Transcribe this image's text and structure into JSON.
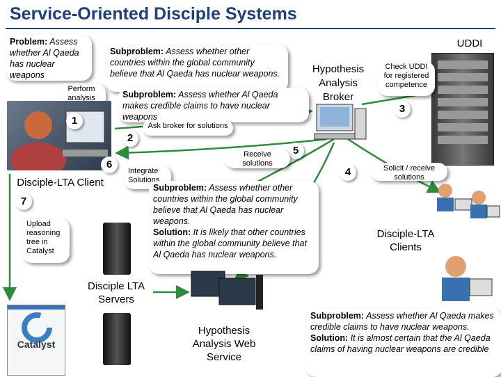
{
  "title": "Service-Oriented Disciple Systems",
  "problem": {
    "label": "Problem:",
    "text": " Assess whether Al Qaeda has nuclear weapons"
  },
  "perform_analysis": "Perform analysis",
  "subproblem1": {
    "label": "Subproblem:",
    "text": " Assess whether other countries within the global community believe that Al Qaeda has nuclear weapons."
  },
  "subproblem2": {
    "label": "Subproblem:",
    "text": " Assess whether Al Qaeda makes credible claims to have nuclear weapons"
  },
  "ask_broker": "Ask broker for solutions",
  "hypothesis_broker": "Hypothesis Analysis Broker",
  "uddi": "UDDI",
  "check_uddi": "Check UDDI for registered competence",
  "receive_solutions": "Receive solutions",
  "solicit_receive": "Solicit / receive solutions",
  "integrate_solutions": "Integrate Solutions",
  "disciple_lta_client": "Disciple-LTA Client",
  "disciple_lta_clients": "Disciple-LTA Clients",
  "disciple_lta_servers": "Disciple LTA Servers",
  "hypothesis_web_service": "Hypothesis Analysis Web Service",
  "upload": "Upload reasoning tree in Catalyst",
  "catalyst_logo": "Catalyst",
  "solution_box1": {
    "sub_label": "Subproblem:",
    "sub_text": " Assess whether other countries within the global community believe that Al Qaeda has nuclear weapons.",
    "sol_label": "Solution:",
    "sol_text": " It is likely that other countries within the global community believe that Al Qaeda has nuclear weapons."
  },
  "solution_box2": {
    "sub_label": "Subproblem:",
    "sub_text": " Assess whether Al Qaeda makes credible claims to have nuclear weapons.",
    "sol_label": "Solution:",
    "sol_text": " It is almost certain that the Al Qaeda claims of having nuclear weapons are credible"
  },
  "steps": [
    "1",
    "2",
    "3",
    "4",
    "5",
    "6",
    "7"
  ],
  "colors": {
    "title": "#1f3f7a",
    "arrow": "#2e8b3a",
    "accent": "#e7322f"
  }
}
